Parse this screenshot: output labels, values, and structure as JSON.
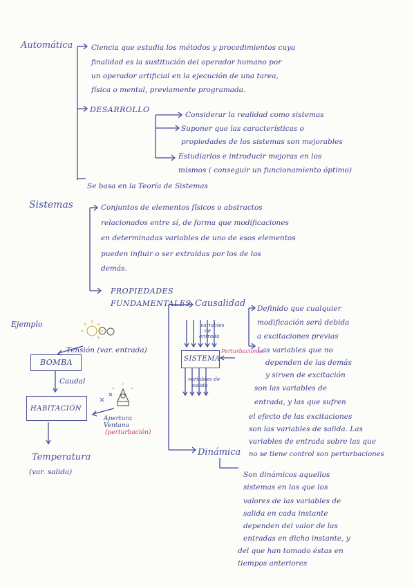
{
  "automatica": {
    "title": "Automática",
    "definition": [
      "Ciencia que estudia los métodos y procedimientos cuya",
      "finalidad es la sustitución del operador humano por",
      "un operador artificial en la ejecución de una tarea,",
      "física o mental, previamente programada."
    ],
    "desarrollo": {
      "label": "DESARROLLO",
      "item1": "Considerar la realidad como sistemas",
      "item2": [
        "Suponer que las características o",
        "propiedades de los sistemas son mejorables"
      ],
      "item3": [
        "Estudiarlos e introducir mejoras en los",
        "mismos ( conseguir un funcionamiento óptimo)"
      ]
    },
    "base": "Se basa en la Teoría de Sistemas"
  },
  "sistemas": {
    "title": "Sistemas",
    "definition": [
      "Conjuntos de elementos físicos o abstractos",
      "relacionados entre sí, de forma que modificaciones",
      "en determinadas variables de uno de esos elementos",
      "pueden influir o ser extraídas por los de los",
      "demás."
    ],
    "propiedades": [
      "PROPIEDADES",
      "FUNDAMENTALES"
    ]
  },
  "causalidad": {
    "title": "Causalidad",
    "def": [
      "Definido que cualquier",
      "modificación será debida",
      "a excitaciones previas"
    ],
    "notes": [
      "Las variables que no",
      "dependen de las demás",
      "y sirven de excitación",
      "son las variables de",
      "entrada, y las que sufren",
      "el efecto de las excitaciones",
      "son las variables de salida. Las",
      "variables de entrada sobre las que",
      "no se tiene control son perturbaciones"
    ]
  },
  "diagram": {
    "inputs": [
      "variables",
      "de",
      "entrada"
    ],
    "box": "SISTEMA",
    "perturb": "Perturbaciones",
    "outputs": [
      "variables de",
      "salida"
    ]
  },
  "ejemplo": {
    "label": "Ejemplo",
    "tension": "Tensión (var. entrada)",
    "bomba": "BOMBA",
    "caudal": "Caudal",
    "habitacion": "HABITACIÓN",
    "apertura": [
      "Apertura",
      "Ventana"
    ],
    "perturbacion": "(perturbación)",
    "temperatura": "Temperatura",
    "salida": "(var. salida)"
  },
  "dinamica": {
    "title": "Dinámica",
    "def": [
      "Son dinámicos aquellos",
      "sistemas en los que los",
      "valores de las variables de",
      "salida en cada instante",
      "dependen del valor de las",
      "entradas en dicho instante, y",
      "del que han tomado éstas en",
      "tiempos anteriores"
    ]
  },
  "colors": {
    "ink": "#3a3f8f",
    "pink": "#cf3f8a",
    "red": "#c23a5a"
  }
}
